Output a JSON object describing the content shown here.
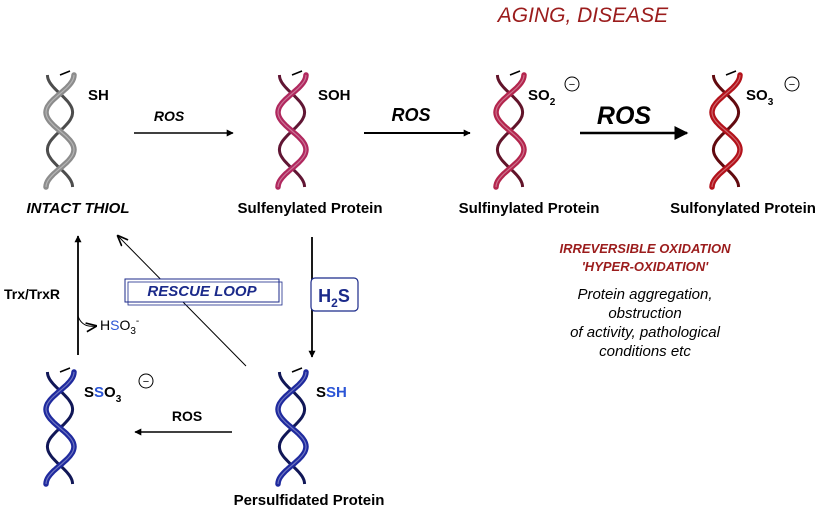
{
  "header": {
    "aging_disease": "AGING, DISEASE"
  },
  "proteins": {
    "intact": {
      "group": "SH",
      "label": "INTACT THIOL"
    },
    "sulfenylated": {
      "group": "SOH",
      "label": "Sulfenylated Protein"
    },
    "sulfinylated": {
      "group_main": "SO",
      "group_sub": "2",
      "charge": "−",
      "label": "Sulfinylated Protein"
    },
    "sulfonylated": {
      "group_main": "SO",
      "group_sub": "3",
      "charge": "−",
      "label": "Sulfonylated Protein"
    },
    "persulfidated": {
      "group_s1": "S",
      "group_sh": "SH",
      "label": "Persulfidated Protein"
    },
    "thiosulfate": {
      "group_s1": "S",
      "group_s2": "S",
      "group_o": "O",
      "group_sub": "3",
      "charge": "−"
    }
  },
  "arrows": {
    "ros1": "ROS",
    "ros2": "ROS",
    "ros3": "ROS",
    "ros_back": "ROS",
    "h2s_main": "H",
    "h2s_sub": "2",
    "h2s_end": "S",
    "trx": "Trx/TrxR",
    "hso3_h": "H",
    "hso3_s": "S",
    "hso3_o": "O",
    "hso3_sub": "3",
    "hso3_sup": "-"
  },
  "rescue_loop": "RESCUE LOOP",
  "irreversible": {
    "line1": "IRREVERSIBLE OXIDATION",
    "line2": "'HYPER-OXIDATION'"
  },
  "consequences": [
    "Protein aggregation,",
    "obstruction",
    "of activity, pathological",
    "conditions etc"
  ],
  "colors": {
    "intact": "#8c8c8c",
    "sulfenylated": "#b0285e",
    "sulfinylated": "#b3254d",
    "sulfonylated": "#b3121b",
    "persulfide": "#1f2a9e",
    "dark_red": "#9b1c1c",
    "navy": "#1b2a8a",
    "blue_s": "#2b55d6"
  }
}
